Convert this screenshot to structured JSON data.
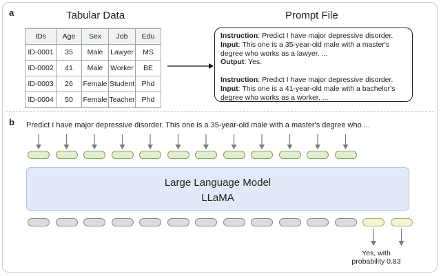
{
  "panel_a": {
    "label": "a",
    "table_title": "Tabular Data",
    "prompt_title": "Prompt File",
    "table": {
      "headers": [
        "IDs",
        "Age",
        "Sex",
        "Job",
        "Edu"
      ],
      "rows": [
        [
          "ID-0001",
          "35",
          "Male",
          "Lawyer",
          "MS"
        ],
        [
          "ID-0002",
          "41",
          "Male",
          "Worker",
          "BE"
        ],
        [
          "ID-0003",
          "26",
          "Female",
          "Student",
          "Phd"
        ],
        [
          "ID-0004",
          "50",
          "Female",
          "Teacher",
          "Phd"
        ]
      ]
    },
    "prompt": {
      "block1": {
        "instruction_label": "Instruction",
        "instruction_text": ": Predict I have major depressive disorder.",
        "input_label": "Input",
        "input_text_1": ": This one is a 35-year-old male with a master's",
        "input_text_2": "degree who works as a lawyer. ...",
        "output_label": "Output",
        "output_text": ": Yes."
      },
      "block2": {
        "instruction_label": "Instruction",
        "instruction_text": ": Predict I have major depressive disorder.",
        "input_label": "Input",
        "input_text_1": ": This one is a 41-year-old male with a bachelor's",
        "input_text_2": "degree who works as a worker. ..."
      }
    }
  },
  "panel_b": {
    "label": "b",
    "input_text": "Predict I have major depressive disorder.  This one is a 35-year-old male with a master's degree who ...",
    "model_title": "Large Language Model",
    "model_name": "LLaMA",
    "result_line1": "Yes, with",
    "result_line2": "probability 0.83",
    "colors": {
      "input_token_fill": "#e0efcf",
      "input_token_border": "#7ea05c",
      "output_token_fill": "#dcdcdc",
      "output_token_border": "#8a8a8a",
      "highlight_token_fill": "#f3f4d2",
      "model_fill": "#e2e9f8"
    }
  }
}
